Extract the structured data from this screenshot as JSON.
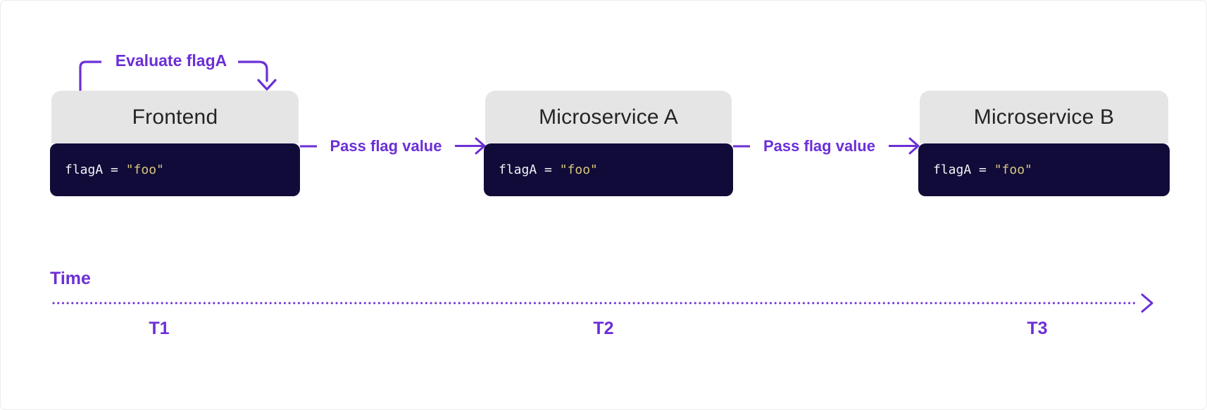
{
  "diagram": {
    "annotation": {
      "label": "Evaluate flagA"
    },
    "nodes": [
      {
        "title": "Frontend",
        "code_var": "flagA = ",
        "code_value": "\"foo\""
      },
      {
        "title": "Microservice A",
        "code_var": "flagA = ",
        "code_value": "\"foo\""
      },
      {
        "title": "Microservice B",
        "code_var": "flagA = ",
        "code_value": "\"foo\""
      }
    ],
    "arrows": [
      {
        "label": "Pass flag value"
      },
      {
        "label": "Pass flag value"
      }
    ],
    "timeline": {
      "label": "Time",
      "ticks": [
        "T1",
        "T2",
        "T3"
      ]
    }
  },
  "colors": {
    "purple": "#6B2FD6",
    "dark_navy": "#100B38",
    "header_gray": "#E6E5E6",
    "header_text": "#242424",
    "code_white": "#F5F3F7",
    "string_yellow": "#D9C87C"
  }
}
